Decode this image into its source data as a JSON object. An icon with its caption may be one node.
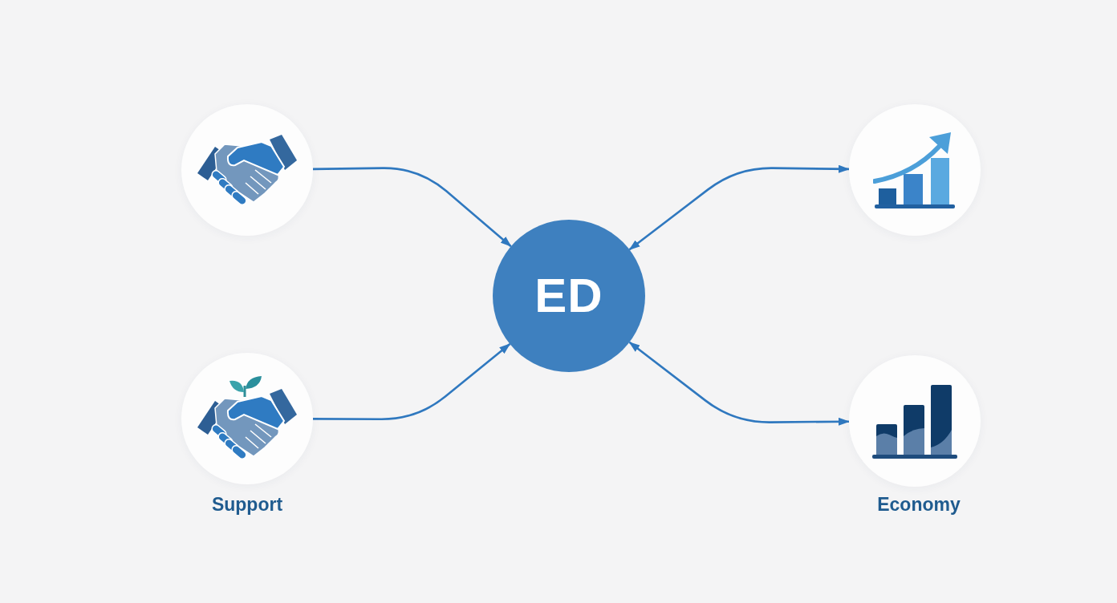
{
  "diagram": {
    "nodes": [
      {
        "text": [],
        "shape": "circle"
      },
      {
        "text": [],
        "shape": "circle"
      },
      {
        "text": [
          "ED"
        ]
      },
      {
        "text": [],
        "shape": "circle",
        "beside": [
          "Support"
        ]
      },
      {
        "text": [],
        "shape": "circle",
        "beside": [
          "Economy"
        ]
      }
    ],
    "edges": [
      {
        "from": 0,
        "to": 2,
        "arrow": "to"
      },
      {
        "from": 2,
        "to": 1,
        "arrow": "both"
      },
      {
        "from": 3,
        "to": 2,
        "arrow": "to"
      },
      {
        "from": 2,
        "to": 4,
        "arrow": "both"
      }
    ]
  }
}
